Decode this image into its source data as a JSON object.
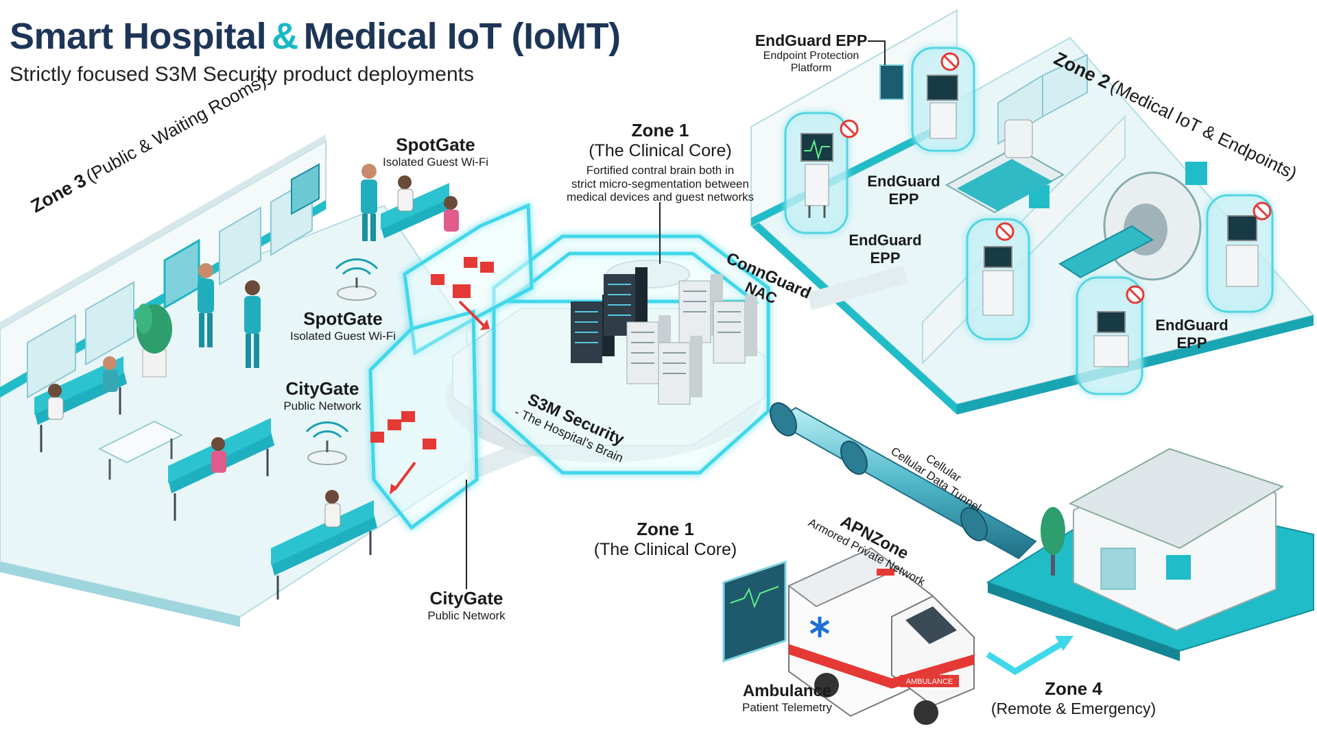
{
  "title": {
    "part1": "Smart Hospital",
    "amp": "&",
    "part2": "Medical IoT (IoMT)"
  },
  "subtitle": "Strictly focused S3M Security product deployments",
  "zones": {
    "zone1_top": {
      "name": "Zone 1",
      "desc": "(The Clinical Core)",
      "note_lines": [
        "Fortified contral brain both in",
        "strict micro-segmentation between",
        "medical devices and guest networks"
      ]
    },
    "zone1_bottom": {
      "name": "Zone 1",
      "desc": "(The Clinical Core)"
    },
    "zone2": {
      "name": "Zone 2",
      "desc": "(Medical IoT & Endpoints)"
    },
    "zone3": {
      "name": "Zone 3",
      "desc": "(Public & Waiting Rooms)"
    },
    "zone4": {
      "name": "Zone 4",
      "desc": "(Remote & Emergency)"
    }
  },
  "products": {
    "spotgate_top": {
      "name": "SpotGate",
      "desc": "Isolated Guest Wi-Fi"
    },
    "spotgate_mid": {
      "name": "SpotGate",
      "desc": "Isolated Guest Wi-Fi"
    },
    "citygate_mid": {
      "name": "CityGate",
      "desc": "Public Network"
    },
    "citygate_bottom": {
      "name": "CityGate",
      "desc": "Public Network"
    },
    "endguard_top": {
      "name": "EndGuard EPP",
      "desc_lines": [
        "Endpoint Protection",
        "Platform"
      ]
    },
    "endguard_a": {
      "line1": "EndGuard",
      "line2": "EPP"
    },
    "endguard_b": {
      "line1": "EndGuard",
      "line2": "EPP"
    },
    "endguard_c": {
      "line1": "EndGuard",
      "line2": "EPP"
    },
    "connguard": {
      "line1": "ConnGuard",
      "line2": "NAC"
    },
    "s3m_brain": {
      "line1": "S3M Security",
      "line2": "- The Hospital's Brain"
    },
    "tunnel": {
      "line1": "Cellular",
      "line2": "Cellular Data Tunnel"
    },
    "apnzone": {
      "name": "APNZone",
      "desc": "Armored Private Network"
    },
    "ambulance": {
      "name": "Ambulance",
      "desc": "Patient Telemetry"
    },
    "ambulance_decal": "AMBULANCE"
  },
  "colors": {
    "accent": "#19b9c4",
    "title": "#1d3557",
    "threat": "#e53935",
    "floor": "#e8f6f8"
  }
}
